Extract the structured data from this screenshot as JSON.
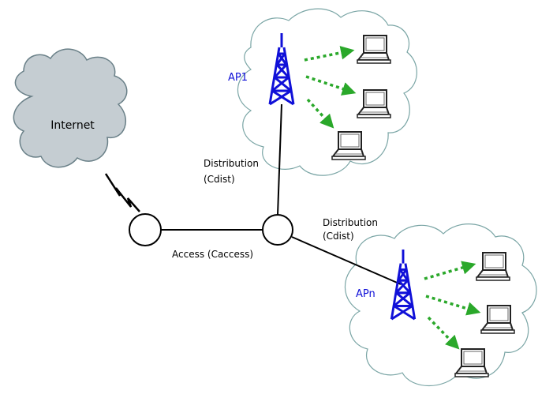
{
  "colors": {
    "internet_cloud": "#c5cdd2",
    "internet_cloud_stroke": "#6a8088",
    "ap_cloud_stroke": "#7aa5a5",
    "link": "#000000",
    "tower": "#1010d8",
    "wireless_arrow": "#2aa82a",
    "laptop": "#222222"
  },
  "icons": {
    "tower": "antenna-tower-icon",
    "laptop": "laptop-icon",
    "lightning": "lightning-link-icon"
  },
  "internet": {
    "label": "Internet"
  },
  "links": {
    "access_label": "Access (Caccess)",
    "distribution_1": {
      "line1": "Distribution",
      "line2": "(Cdist)"
    },
    "distribution_n": {
      "line1": "Distribution",
      "line2": "(Cdist)"
    }
  },
  "access_points": [
    {
      "label": "AP1",
      "clients": 3
    },
    {
      "label": "APn",
      "clients": 3
    }
  ]
}
